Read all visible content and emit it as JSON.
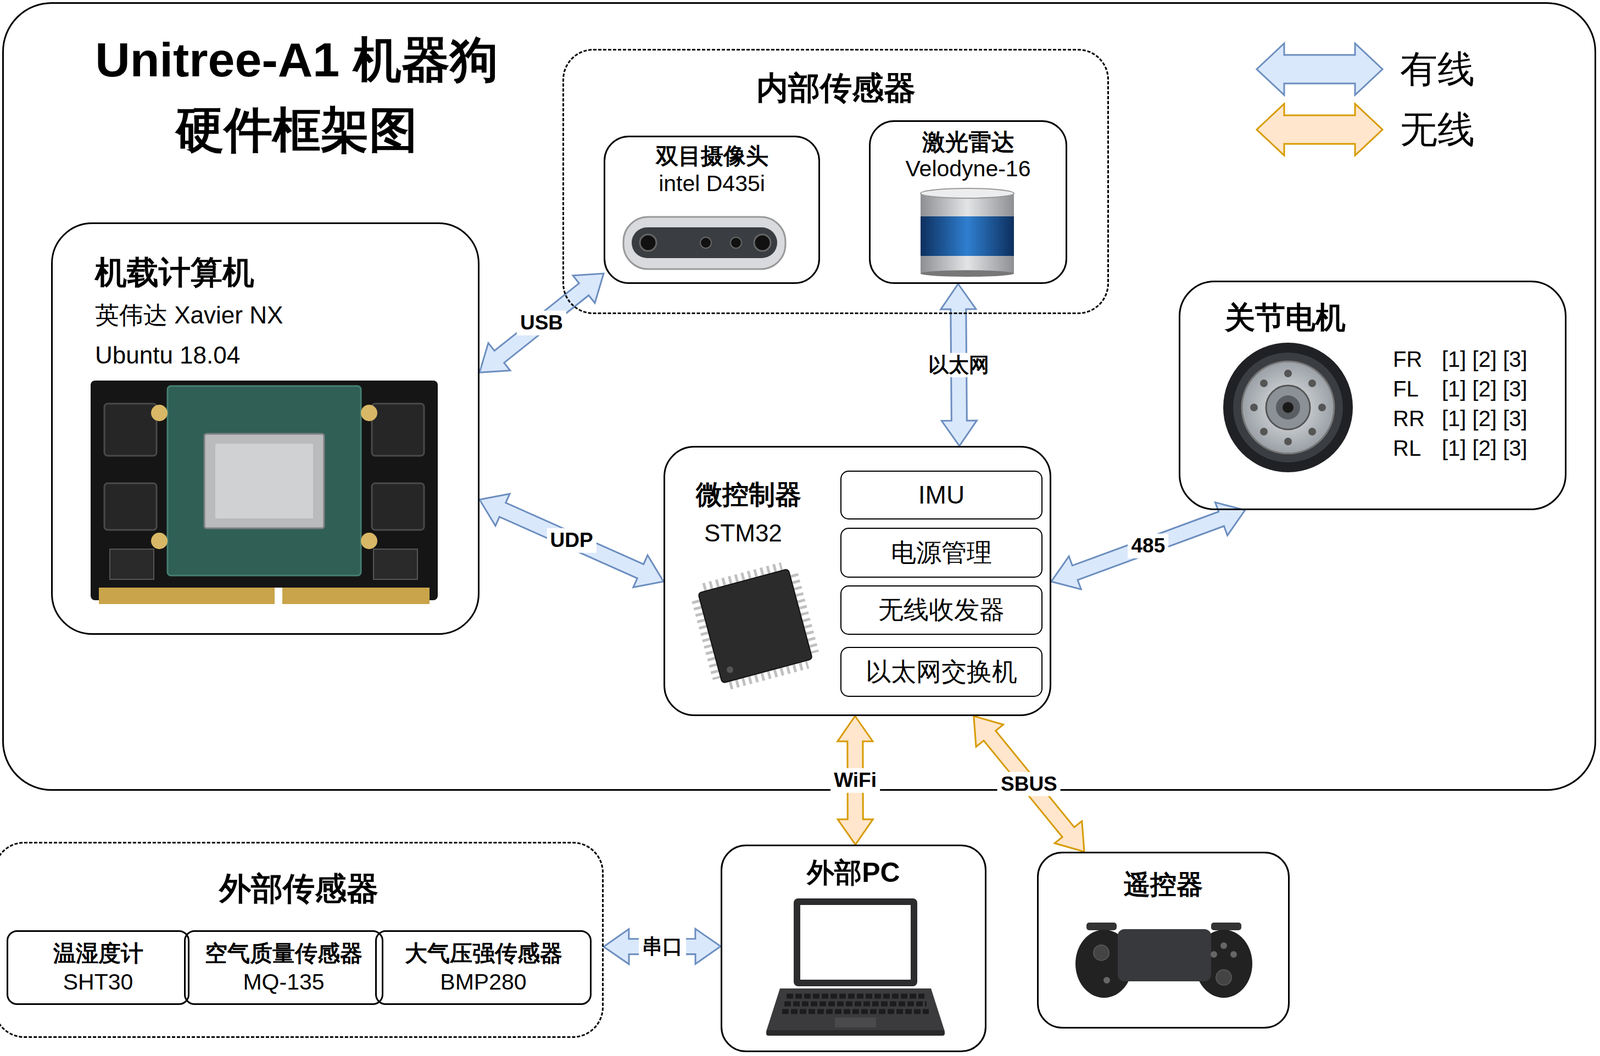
{
  "diagram": {
    "nodes": [
      {
        "text": [
          "Unitree-A1 机器狗 硬件框架图"
        ]
      },
      {
        "text": [
          "内部传感器"
        ],
        "in": 0
      },
      {
        "text": [
          "双目摄像头",
          "intel D435i"
        ],
        "in": 1
      },
      {
        "text": [
          "激光雷达",
          "Velodyne-16"
        ],
        "in": 1
      },
      {
        "text": [
          "机载计算机",
          "英伟达 Xavier NX",
          "Ubuntu 18.04"
        ],
        "in": 0
      },
      {
        "text": [
          "关节电机",
          "FR",
          "[1] [2] [3]",
          "FL",
          "[1] [2] [3]",
          "RR",
          "[1] [2] [3]",
          "RL",
          "[1] [2] [3]"
        ],
        "in": 0
      },
      {
        "text": [
          "微控制器",
          "STM32"
        ],
        "in": 0
      },
      {
        "text": [
          "IMU"
        ],
        "in": 6
      },
      {
        "text": [
          "电源管理"
        ],
        "in": 6
      },
      {
        "text": [
          "无线收发器"
        ],
        "in": 6
      },
      {
        "text": [
          "以太网交换机"
        ],
        "in": 6
      },
      {
        "text": [
          "外部传感器"
        ]
      },
      {
        "text": [
          "温湿度计",
          "SHT30"
        ],
        "in": 11
      },
      {
        "text": [
          "空气质量传感器",
          "MQ-135"
        ],
        "in": 11
      },
      {
        "text": [
          "大气压强传感器",
          "BMP280"
        ],
        "in": 11
      },
      {
        "text": [
          "外部PC"
        ]
      },
      {
        "text": [
          "遥控器"
        ]
      }
    ],
    "edges": [
      {
        "from": 4,
        "to": 2,
        "label": "USB",
        "arrow": "both"
      },
      {
        "from": 3,
        "to": 6,
        "label": "以太网",
        "arrow": "both"
      },
      {
        "from": 4,
        "to": 6,
        "label": "UDP",
        "arrow": "both"
      },
      {
        "from": 6,
        "to": 5,
        "label": "485",
        "arrow": "both"
      },
      {
        "from": 6,
        "to": 15,
        "label": "WiFi",
        "arrow": "both"
      },
      {
        "from": 6,
        "to": 16,
        "label": "SBUS",
        "arrow": "both"
      },
      {
        "from": 11,
        "to": 15,
        "label": "串口",
        "arrow": "both"
      }
    ],
    "legend": [
      {
        "text": "有线",
        "color": "#dae8fc"
      },
      {
        "text": "无线",
        "color": "#ffe6cc"
      }
    ]
  }
}
